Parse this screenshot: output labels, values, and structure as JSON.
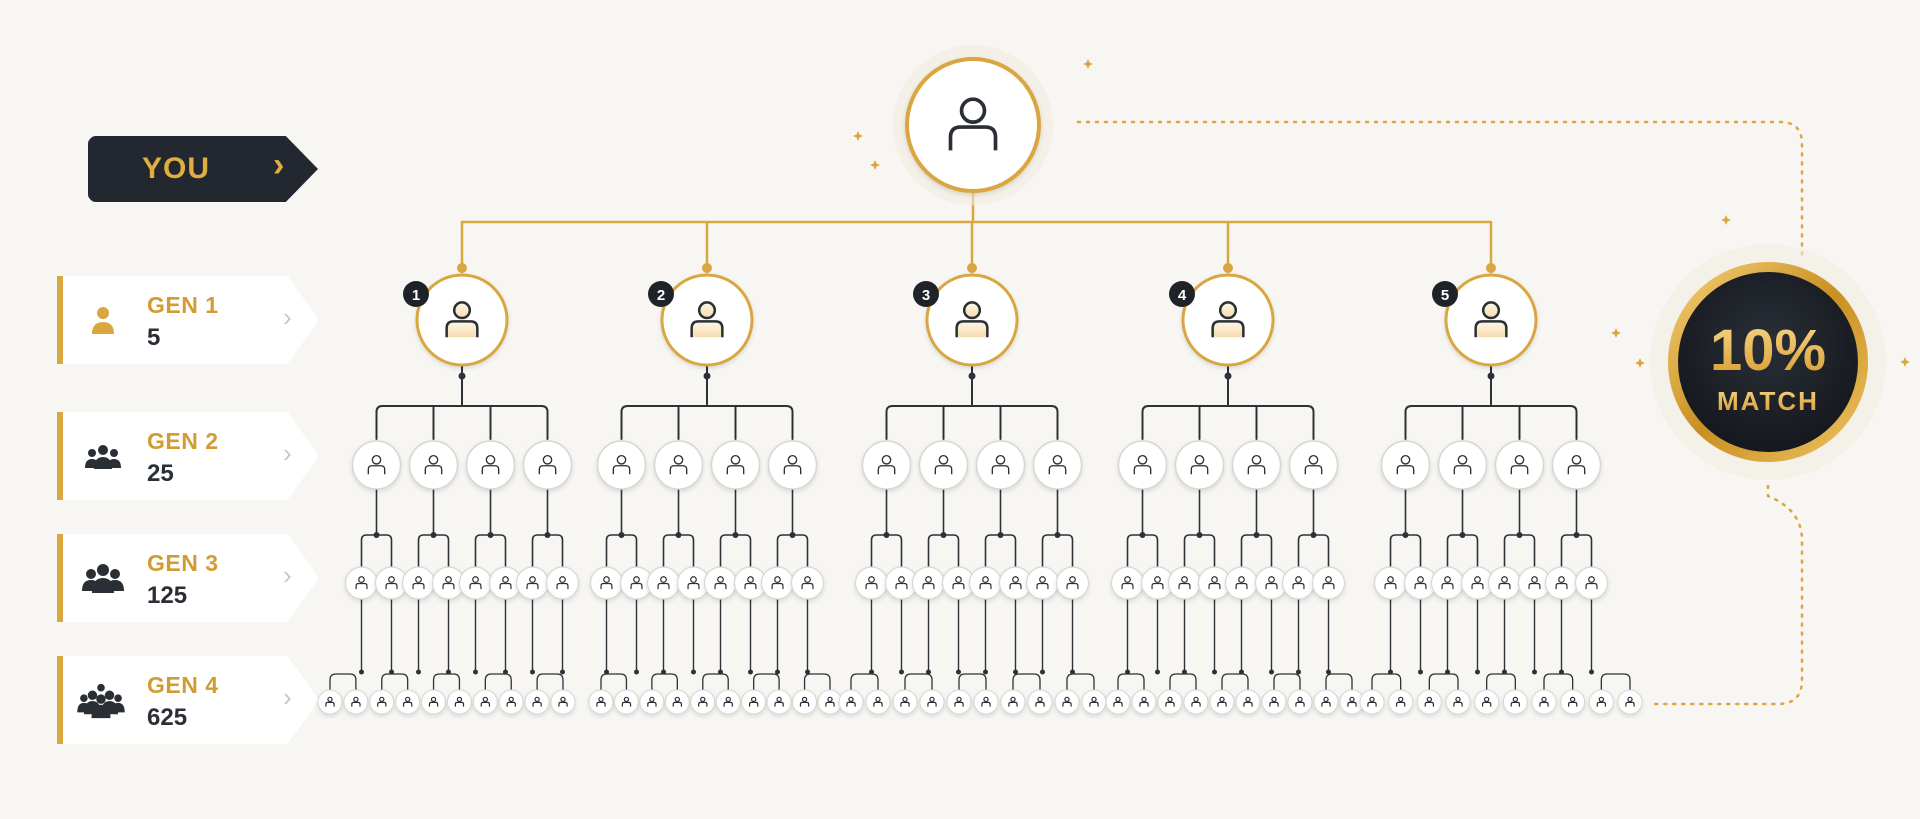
{
  "you": {
    "label": "YOU",
    "chevron": "›"
  },
  "generations": [
    {
      "title": "GEN 1",
      "count": "5",
      "icon": "single-person-icon"
    },
    {
      "title": "GEN 2",
      "count": "25",
      "icon": "group-icon"
    },
    {
      "title": "GEN 3",
      "count": "125",
      "icon": "group-icon"
    },
    {
      "title": "GEN 4",
      "count": "625",
      "icon": "large-group-icon"
    }
  ],
  "tree": {
    "root_icon": "person-icon",
    "level1_numbers": [
      "1",
      "2",
      "3",
      "4",
      "5"
    ],
    "branching": [
      5,
      4,
      2,
      1
    ]
  },
  "match": {
    "percent": "10%",
    "label": "MATCH"
  },
  "colors": {
    "gold": "#d9a640",
    "dark": "#232830",
    "line": "#2d3138",
    "background": "#f7f6f3"
  }
}
